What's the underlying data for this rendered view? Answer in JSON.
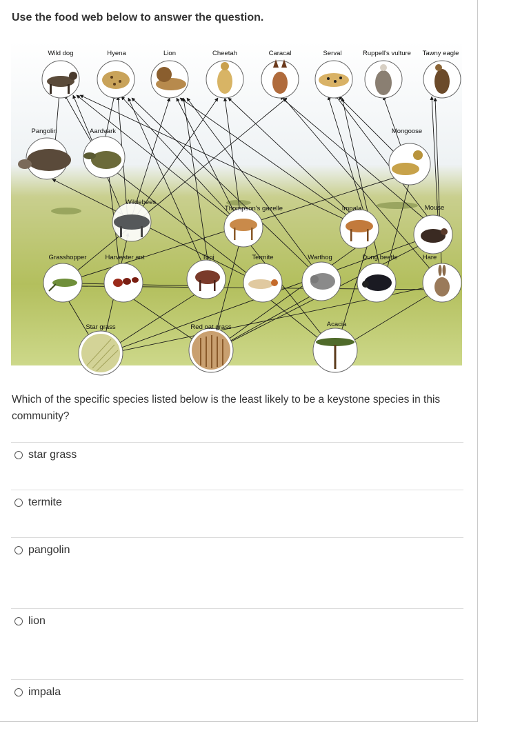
{
  "instruction": "Use the food web below to answer the question.",
  "food_web": {
    "species": {
      "wild_dog": "Wild dog",
      "hyena": "Hyena",
      "lion": "Lion",
      "cheetah": "Cheetah",
      "caracal": "Caracal",
      "serval": "Serval",
      "ruppells_vulture": "Ruppell's vulture",
      "tawny_eagle": "Tawny eagle",
      "pangolin": "Pangolin",
      "aardvark": "Aardvark",
      "mongoose": "Mongoose",
      "wildebees": "Wildebees",
      "thompsons_gazelle": "Thompson's gazelle",
      "impala": "Impala",
      "mouse": "Mouse",
      "grasshopper": "Grasshopper",
      "harvester_ant": "Harvester ant",
      "topi": "Topi",
      "termite": "Termite",
      "warthog": "Warthog",
      "dung_beetle": "Dung beetle",
      "hare": "Hare",
      "star_grass": "Star grass",
      "red_oat_grass": "Red oat grass",
      "acacia": "Acacia"
    }
  },
  "question": "Which of the specific species listed below is the least likely to be a keystone species in this community?",
  "options": [
    {
      "label": "star grass"
    },
    {
      "label": "termite"
    },
    {
      "label": "pangolin"
    },
    {
      "label": "lion"
    },
    {
      "label": "impala"
    }
  ],
  "colors": {
    "text": "#333333",
    "sky": "#e7eef4",
    "grass": "#b7c467",
    "arrow": "#1a1a1a",
    "divider": "#dcdcdc"
  }
}
